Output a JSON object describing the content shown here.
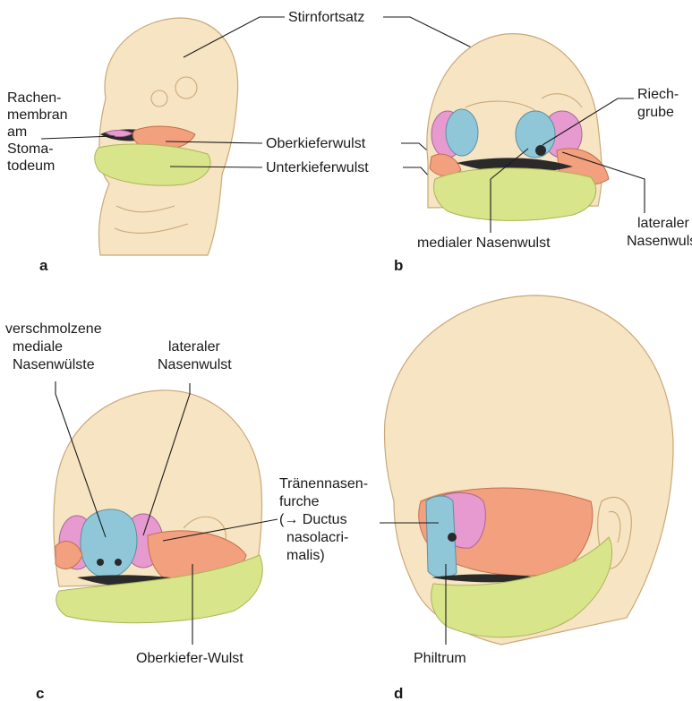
{
  "colors": {
    "skin": "#f7e4c2",
    "oberkiefer": "#f2a07e",
    "unterkiefer": "#d9e58a",
    "medial_nasal": "#8fc7d9",
    "lateral_nasal": "#e69ad0"
  },
  "panels": {
    "a": {
      "letter": "a",
      "labels": {
        "stirnfortsatz": "Stirnfortsatz",
        "rachenmembran": [
          "Rachen-",
          "membran",
          "am",
          "Stoma-",
          "todeum"
        ],
        "oberkieferwulst": "Oberkieferwulst",
        "unterkieferwulst": "Unterkieferwulst"
      }
    },
    "b": {
      "letter": "b",
      "labels": {
        "riechgrube": [
          "Riech-",
          "grube"
        ],
        "medialer_nasenwulst": "medialer Nasenwulst",
        "lateraler_nasenwulst": [
          "lateraler",
          "Nasenwulst"
        ]
      }
    },
    "c": {
      "letter": "c",
      "labels": {
        "verschmolzene": [
          "verschmolzene",
          "mediale",
          "Nasenwülste"
        ],
        "lateraler_nasenwulst": [
          "lateraler",
          "Nasenwulst"
        ],
        "oberkiefer_wulst": "Oberkiefer-Wulst"
      }
    },
    "d": {
      "letter": "d",
      "labels": {
        "traenennasenfurche": [
          "Tränennasen-",
          "furche",
          "(→ Ductus",
          "nasolacri-",
          "malis)"
        ],
        "philtrum": "Philtrum"
      }
    }
  }
}
